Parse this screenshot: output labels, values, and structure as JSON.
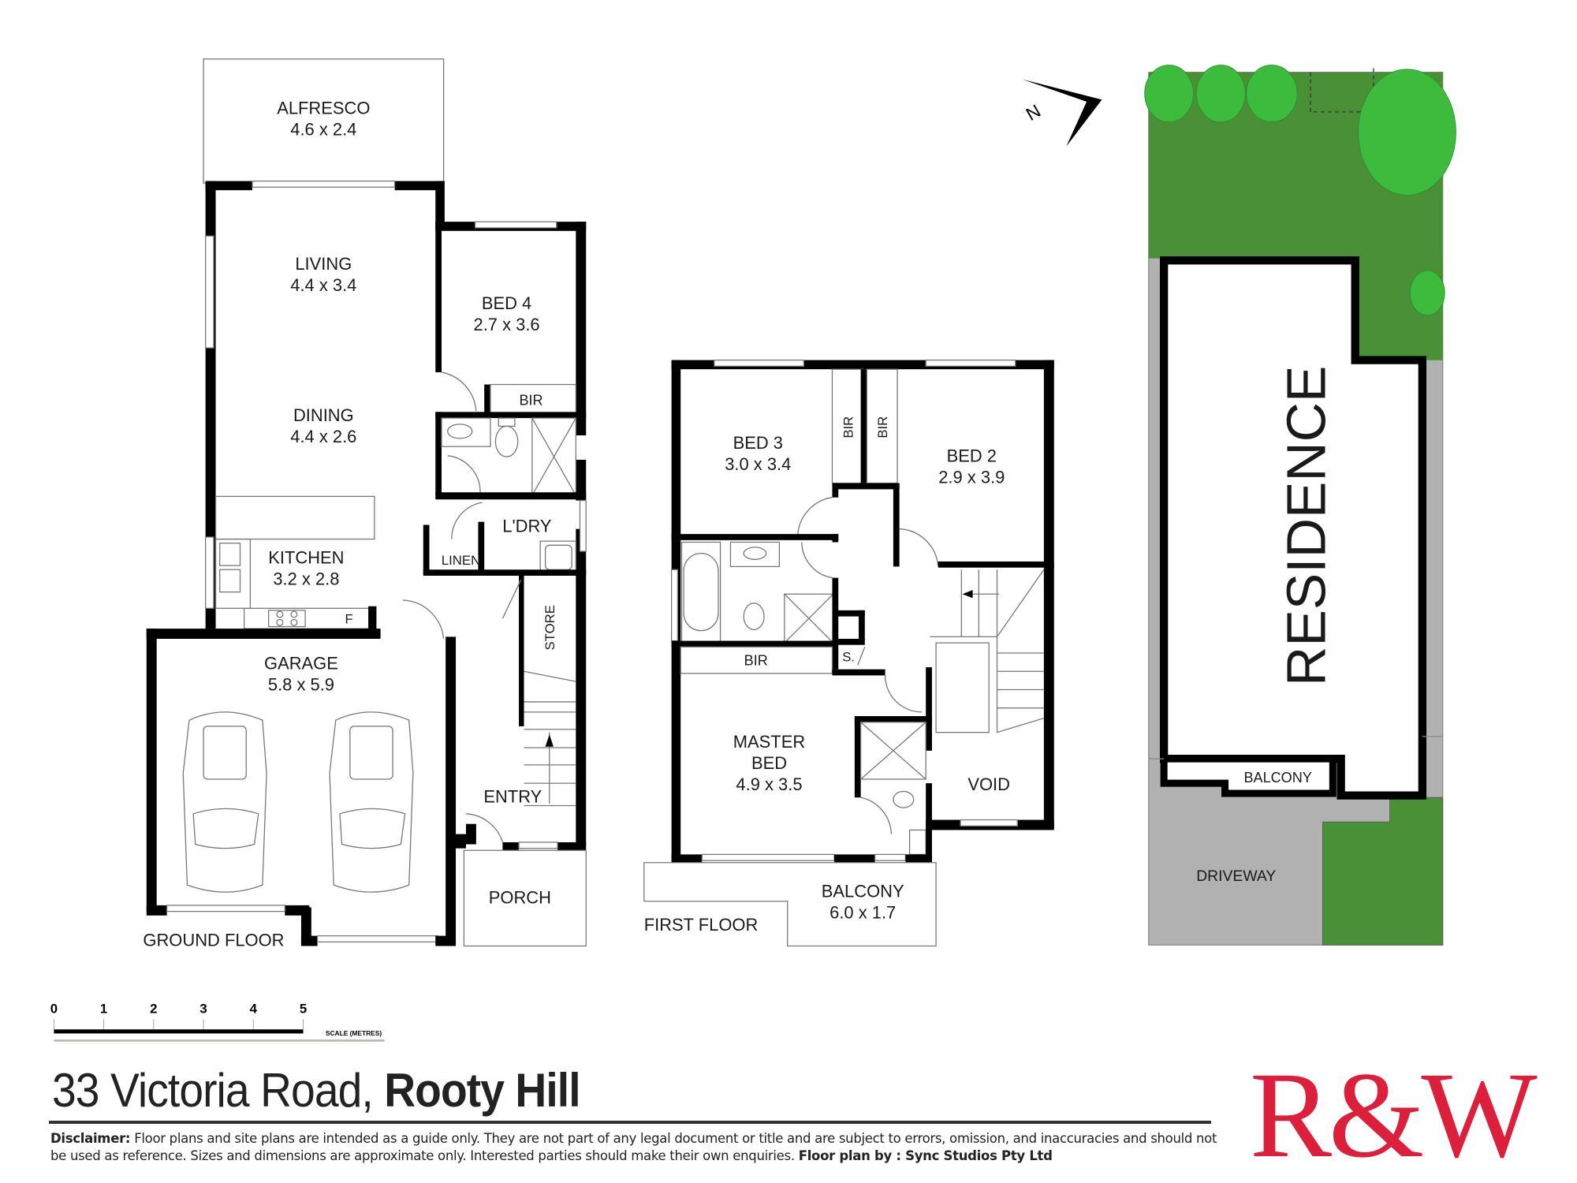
{
  "title": {
    "street": "33 Victoria Road,",
    "suburb": "Rooty Hill"
  },
  "disclaimer": {
    "label": "Disclaimer:",
    "text": "Floor plans and site plans are intended as a guide only. They are not part of any legal document or title and are subject to errors, omission, and inaccuracies and should not be used as reference. Sizes and dimensions are approximate only. Interested parties should make their own enquiries.",
    "credit": "Floor plan by : Sync Studios Pty Ltd"
  },
  "logo": {
    "text": "R&W",
    "color": "#dc1f3a"
  },
  "scale_bar": {
    "ticks": [
      "0",
      "1",
      "2",
      "3",
      "4",
      "5"
    ],
    "label": "SCALE (METRES)"
  },
  "compass": {
    "label": "N",
    "icon": "north-arrow-icon"
  },
  "ground_floor": {
    "label": "GROUND FLOOR",
    "rooms": [
      {
        "name": "ALFRESCO",
        "size": "4.6 x 2.4"
      },
      {
        "name": "LIVING",
        "size": "4.4 x 3.4"
      },
      {
        "name": "DINING",
        "size": "4.4 x 2.6"
      },
      {
        "name": "KITCHEN",
        "size": "3.2 x 2.8"
      },
      {
        "name": "GARAGE",
        "size": "5.8 x 5.9"
      },
      {
        "name": "BED 4",
        "size": "2.7 x 3.6"
      },
      {
        "name": "BIR",
        "size": ""
      },
      {
        "name": "L'DRY",
        "size": ""
      },
      {
        "name": "LINEN",
        "size": ""
      },
      {
        "name": "STORE",
        "size": ""
      },
      {
        "name": "ENTRY",
        "size": ""
      },
      {
        "name": "PORCH",
        "size": ""
      },
      {
        "name": "F",
        "size": ""
      }
    ]
  },
  "first_floor": {
    "label": "FIRST FLOOR",
    "rooms": [
      {
        "name": "BED 3",
        "size": "3.0 x 3.4"
      },
      {
        "name": "BED 2",
        "size": "2.9 x 3.9"
      },
      {
        "name": "BIR",
        "size": ""
      },
      {
        "name": "BIR",
        "size": ""
      },
      {
        "name": "BIR",
        "size": ""
      },
      {
        "name": "S.",
        "size": ""
      },
      {
        "name": "MASTER",
        "size": "BED"
      },
      {
        "name": "4.9 x 3.5",
        "size": ""
      },
      {
        "name": "VOID",
        "size": ""
      },
      {
        "name": "BALCONY",
        "size": "6.0 x 1.7"
      }
    ]
  },
  "site_plan": {
    "residence": "RESIDENCE",
    "balcony": "BALCONY",
    "driveway": "DRIVEWAY",
    "colors": {
      "lawn": "#4a9036",
      "tree": "#3dbb3d",
      "paving": "#b1b1b1"
    }
  }
}
